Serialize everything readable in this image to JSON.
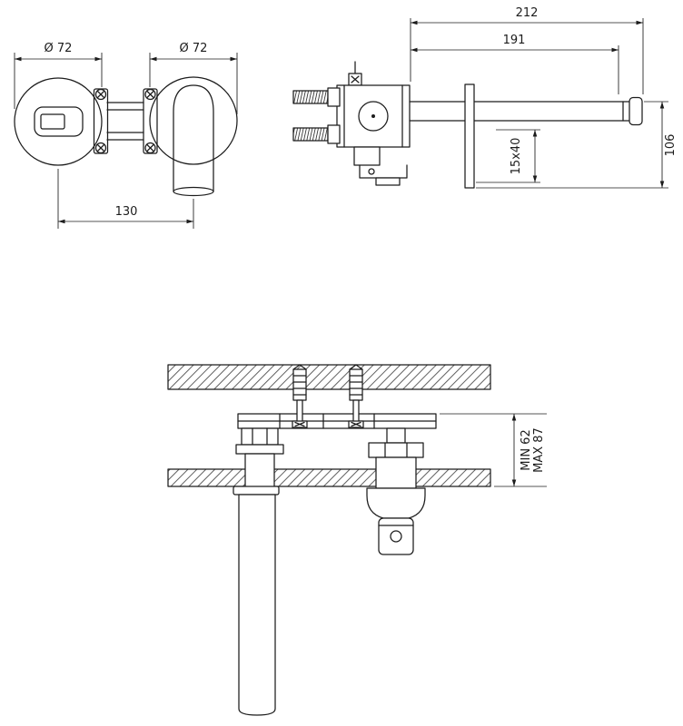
{
  "style": {
    "line_color": "#1c1c1c",
    "background": "#ffffff"
  },
  "drawing": {
    "subject": "wall-mounted basin mixer technical installation drawing",
    "front_view": {
      "dim_handle_escutcheon_diameter": "Ø 72",
      "dim_spout_escutcheon_diameter": "Ø 72",
      "dim_center_distance": "130"
    },
    "side_view": {
      "dim_overall_projection": "212",
      "dim_spout_projection": "191",
      "dim_height": "106",
      "dim_wall_slot": "15x40"
    },
    "installation_section": {
      "dim_recess_depth_min": "MIN 62",
      "dim_recess_depth_max": "MAX 87"
    }
  }
}
